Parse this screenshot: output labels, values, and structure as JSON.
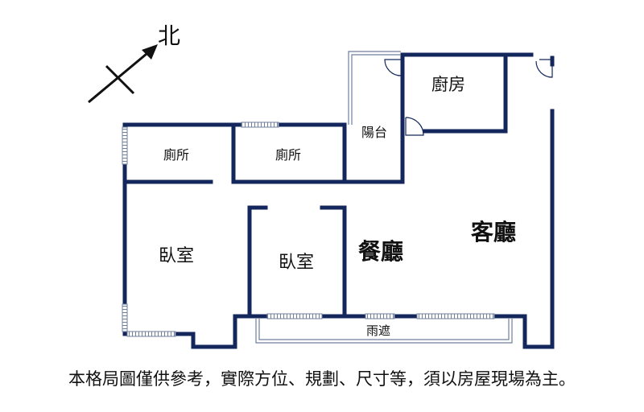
{
  "compass": {
    "label": "北"
  },
  "rooms": {
    "toilet_1": "廁所",
    "toilet_2": "廁所",
    "balcony": "陽台",
    "kitchen": "廚房",
    "bedroom_1": "臥室",
    "bedroom_2": "臥室",
    "dining": "餐廳",
    "living": "客廳",
    "canopy": "雨遮"
  },
  "disclaimer": "本格局圖僅供參考，實際方位、規劃、尺寸等，須以房屋現場為主。",
  "colors": {
    "wall": "#14275c",
    "window": "#6f7f9c",
    "text": "#111111"
  }
}
